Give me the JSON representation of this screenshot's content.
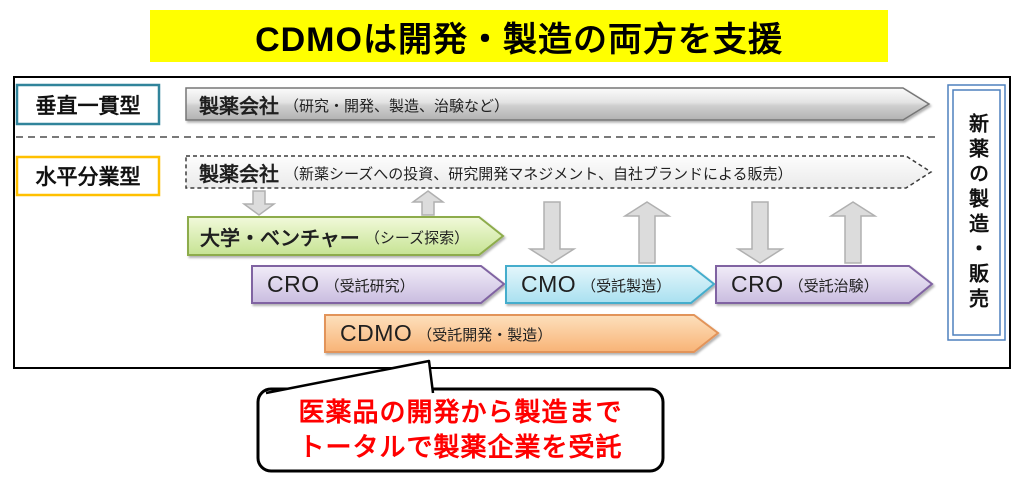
{
  "banner": {
    "title": "CDMOは開発・製造の両方を支援"
  },
  "colors": {
    "banner_bg": "#ffff00",
    "vertical_label_border": "#31849b",
    "horizontal_label_border": "#ffc000",
    "green_arrow_border": "#8dac4c",
    "purple_arrow_border": "#8064a2",
    "cyan_arrow_border": "#45adcc",
    "orange_arrow_border": "#e2945a",
    "right_box_border": "#4f81bd",
    "callout_text": "#ff0000"
  },
  "diagram": {
    "row_labels": {
      "vertical": "垂直一貫型",
      "horizontal": "水平分業型"
    },
    "arrows": {
      "pharma_vertical": {
        "name": "製薬会社",
        "detail": "（研究・開発、製造、治験など）"
      },
      "pharma_horizontal": {
        "name": "製薬会社",
        "detail": "（新薬シーズへの投資、研究開発マネジメント、自社ブランドによる販売）"
      },
      "university": {
        "name": "大学・ベンチャー",
        "detail": "（シーズ探索）"
      },
      "cro_research": {
        "name": "CRO",
        "detail": "（受託研究）"
      },
      "cmo": {
        "name": "CMO",
        "detail": "（受託製造）"
      },
      "cro_trial": {
        "name": "CRO",
        "detail": "（受託治験）"
      },
      "cdmo": {
        "name": "CDMO",
        "detail": "（受託開発・製造）"
      }
    },
    "right_box_label": "新薬の製造・販売",
    "callout": {
      "line1": "医薬品の開発から製造まで",
      "line2": "トータルで製薬企業を受託"
    }
  }
}
